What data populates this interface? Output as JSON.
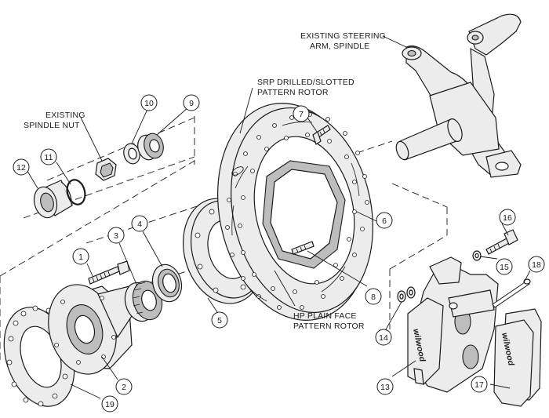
{
  "labels": {
    "steering_arm_line1": "EXISTING STEERING",
    "steering_arm_line2": "ARM, SPINDLE",
    "srp_rotor_line1": "SRP DRILLED/SLOTTED",
    "srp_rotor_line2": "PATTERN ROTOR",
    "spindle_nut_line1": "EXISTING",
    "spindle_nut_line2": "SPINDLE NUT",
    "hp_rotor_line1": "HP PLAIN FACE",
    "hp_rotor_line2": "PATTERN ROTOR",
    "caliper_logo": "wilwood",
    "pad_logo": "wilwood"
  },
  "callouts": {
    "c1": "1",
    "c2": "2",
    "c3": "3",
    "c4": "4",
    "c5": "5",
    "c6": "6",
    "c7": "7",
    "c8": "8",
    "c9": "9",
    "c10": "10",
    "c11": "11",
    "c12": "12",
    "c13": "13",
    "c14": "14",
    "c15": "15",
    "c16": "16",
    "c17": "17",
    "c18": "18",
    "c19": "19"
  }
}
